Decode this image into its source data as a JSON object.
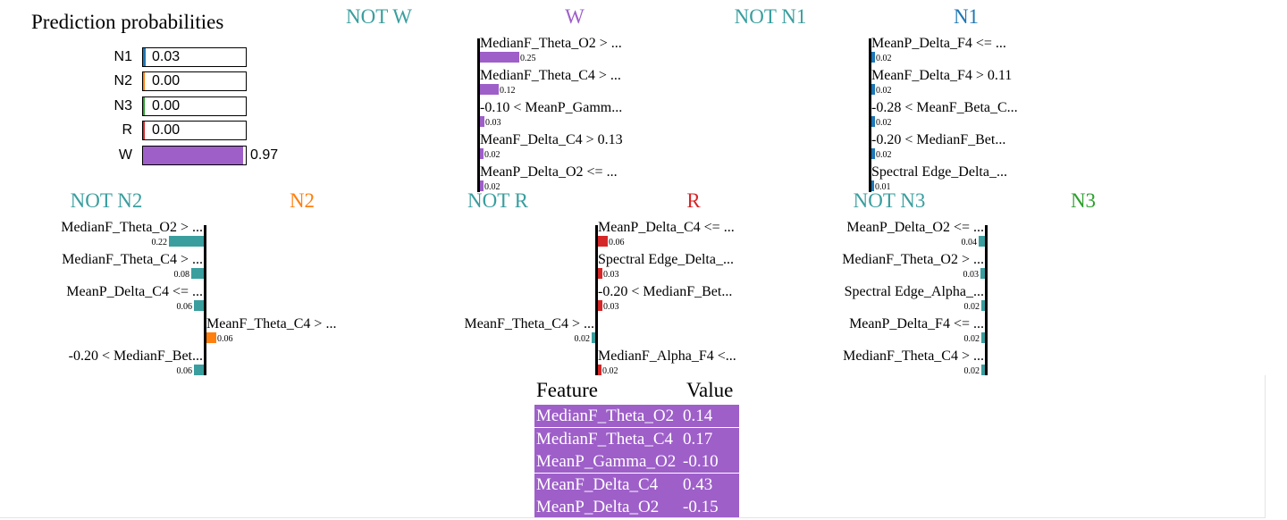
{
  "prediction_probabilities": {
    "title": "Prediction probabilities",
    "items": [
      {
        "label": "N1",
        "value": "0.03",
        "prob": 0.03,
        "color": "#1f77b4"
      },
      {
        "label": "N2",
        "value": "0.00",
        "prob": 0.0,
        "color": "#ff7f0e"
      },
      {
        "label": "N3",
        "value": "0.00",
        "prob": 0.0,
        "color": "#2ca02c"
      },
      {
        "label": "R",
        "value": "0.00",
        "prob": 0.0,
        "color": "#d62728"
      },
      {
        "label": "W",
        "value": "0.97",
        "prob": 0.97,
        "color": "#9e5fc9"
      }
    ]
  },
  "chart_data": [
    {
      "type": "bar",
      "not_label": "NOT W",
      "class_label": "W",
      "not_color": "#3a9e9e",
      "class_color": "#9e5fc9",
      "features": [
        {
          "label": "MedianF_Theta_O2 > ...",
          "value": "0.25",
          "weight": 0.25
        },
        {
          "label": "MedianF_Theta_C4 > ...",
          "value": "0.12",
          "weight": 0.12
        },
        {
          "label": "-0.10 < MeanP_Gamm...",
          "value": "0.03",
          "weight": 0.03
        },
        {
          "label": "MeanF_Delta_C4 > 0.13",
          "value": "0.02",
          "weight": 0.02
        },
        {
          "label": "MeanP_Delta_O2 <= ...",
          "value": "0.02",
          "weight": 0.02
        }
      ]
    },
    {
      "type": "bar",
      "not_label": "NOT N1",
      "class_label": "N1",
      "not_color": "#3a9e9e",
      "class_color": "#1f77b4",
      "features": [
        {
          "label": "MeanP_Delta_F4 <= ...",
          "value": "0.02",
          "weight": 0.02
        },
        {
          "label": "MeanF_Delta_F4 > 0.11",
          "value": "0.02",
          "weight": 0.02
        },
        {
          "label": "-0.28 < MeanF_Beta_C...",
          "value": "0.02",
          "weight": 0.02
        },
        {
          "label": "-0.20 < MedianF_Bet...",
          "value": "0.02",
          "weight": 0.02
        },
        {
          "label": "Spectral Edge_Delta_...",
          "value": "0.01",
          "weight": 0.01
        }
      ]
    },
    {
      "type": "bar",
      "not_label": "NOT N2",
      "class_label": "N2",
      "not_color": "#3a9e9e",
      "class_color": "#ff7f0e",
      "features": [
        {
          "label": "MedianF_Theta_O2 > ...",
          "value": "0.22",
          "weight": -0.22
        },
        {
          "label": "MedianF_Theta_C4 > ...",
          "value": "0.08",
          "weight": -0.08
        },
        {
          "label": "MeanP_Delta_C4 <= ...",
          "value": "0.06",
          "weight": -0.06
        },
        {
          "label": "MeanF_Theta_C4 > ...",
          "value": "0.06",
          "weight": 0.06
        },
        {
          "label": "-0.20 < MedianF_Bet...",
          "value": "0.06",
          "weight": -0.06
        }
      ]
    },
    {
      "type": "bar",
      "not_label": "NOT R",
      "class_label": "R",
      "not_color": "#3a9e9e",
      "class_color": "#d62728",
      "features": [
        {
          "label": "MeanP_Delta_C4 <= ...",
          "value": "0.06",
          "weight": 0.06
        },
        {
          "label": "Spectral Edge_Delta_...",
          "value": "0.03",
          "weight": 0.03
        },
        {
          "label": "-0.20 < MedianF_Bet...",
          "value": "0.03",
          "weight": 0.03
        },
        {
          "label": "MeanF_Theta_C4 > ...",
          "value": "0.02",
          "weight": -0.02
        },
        {
          "label": "MedianF_Alpha_F4 <...",
          "value": "0.02",
          "weight": 0.02
        }
      ]
    },
    {
      "type": "bar",
      "not_label": "NOT N3",
      "class_label": "N3",
      "not_color": "#3a9e9e",
      "class_color": "#2ca02c",
      "features": [
        {
          "label": "MeanP_Delta_O2 <= ...",
          "value": "0.04",
          "weight": -0.04
        },
        {
          "label": "MedianF_Theta_O2 > ...",
          "value": "0.03",
          "weight": -0.03
        },
        {
          "label": "Spectral Edge_Alpha_...",
          "value": "0.02",
          "weight": -0.02
        },
        {
          "label": "MeanP_Delta_F4 <= ...",
          "value": "0.02",
          "weight": -0.02
        },
        {
          "label": "MedianF_Theta_C4 > ...",
          "value": "0.02",
          "weight": -0.02
        }
      ]
    },
    {
      "type": "table",
      "headers": [
        "Feature",
        "Value"
      ],
      "rows": [
        [
          "MedianF_Theta_O2",
          "0.14"
        ],
        [
          "MedianF_Theta_C4",
          "0.17"
        ],
        [
          "MeanP_Gamma_O2",
          "-0.10"
        ],
        [
          "MeanF_Delta_C4",
          "0.43"
        ],
        [
          "MeanP_Delta_O2",
          "-0.15"
        ]
      ],
      "highlight_color": "#9e5fc9"
    }
  ]
}
